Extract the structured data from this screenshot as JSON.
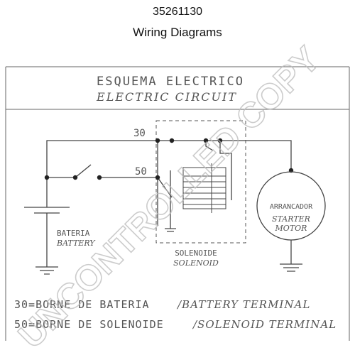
{
  "header": {
    "part_number": "35261130",
    "subtitle": "Wiring Diagrams"
  },
  "diagram": {
    "title_es": "ESQUEMA ELECTRICO",
    "title_en": "ELECTRIC CIRCUIT",
    "terminal_30": "30",
    "terminal_50": "50",
    "battery_es": "BATERIA",
    "battery_en": "BATTERY",
    "solenoid_es": "SOLENOIDE",
    "solenoid_en": "SOLENOID",
    "starter_es": "ARRANCADOR",
    "starter_en_1": "STARTER",
    "starter_en_2": "MOTOR",
    "legend_30_es": "30=BORNE DE BATERIA",
    "legend_30_en": "/BATTERY TERMINAL",
    "legend_50_es": "50=BORNE DE SOLENOIDE",
    "legend_50_en": "/SOLENOID TERMINAL",
    "watermark": "UNCONTROLLED COPY"
  },
  "colors": {
    "line": "#444444",
    "watermark": "#cccccc"
  }
}
